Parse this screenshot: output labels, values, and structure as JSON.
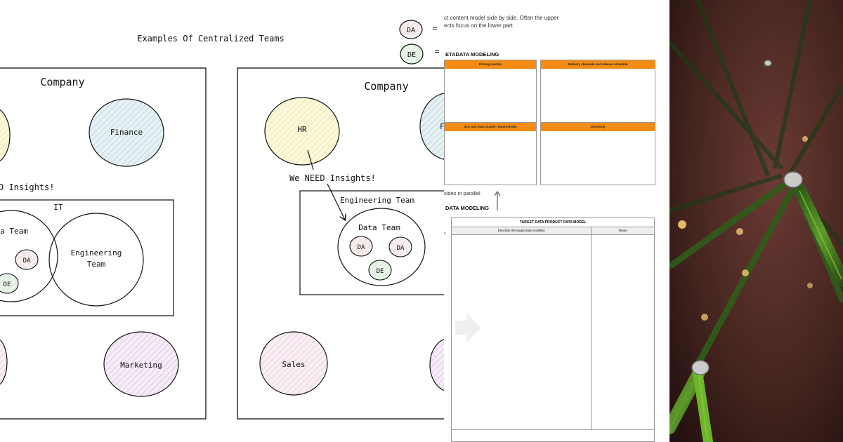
{
  "diagram": {
    "title": "Examples Of Centralized Teams",
    "legend": [
      {
        "label": "DA",
        "symbol": "="
      },
      {
        "label": "DE",
        "symbol": "="
      }
    ],
    "left_company": {
      "title": "Company",
      "finance": "Finance",
      "marketing": "Marketing",
      "insights": "D Insights!",
      "it": "IT",
      "data_team": "a Team",
      "engineering_team_line1": "Engineering",
      "engineering_team_line2": "Team",
      "da": "DA",
      "de": "DE"
    },
    "right_company": {
      "title": "Company",
      "hr": "HR",
      "partial_circle_label": "F",
      "insights": "We NEED Insights!",
      "engineering_team": "Engineering Team",
      "data_team": "Data Team",
      "da_1": "DA",
      "da_2": "DA",
      "de": "DE",
      "sales": "Sales"
    }
  },
  "document": {
    "intro_line1": "ct content model side by side. Often the upper",
    "intro_line2": "ects focus on the lower part.",
    "metadata_title": "ETADATA MODELING",
    "boxes": [
      {
        "title": "Pricing  models"
      },
      {
        "title": "Delivery  channels and release schedule"
      },
      {
        "title": "SLA and Data Quality requirements"
      },
      {
        "title": "Licensing"
      }
    ],
    "parallel_note": "sides in parallel",
    "data_modeling_title": "DATA MODELING",
    "table_title": "TARGET DATA PRODUCT DATA MODEL",
    "col_describe": "Describe the target data model(s)",
    "col_notes": "Notes",
    "left_edge_char": "x"
  },
  "colors": {
    "orange_header": "#f28c14",
    "hr_fill": "#f7f2c4",
    "finance_fill": "#d8eaf0",
    "marketing_fill": "#efe0f3",
    "sales_fill": "#f3e6ee",
    "de_fill": "#e2f3e2"
  }
}
